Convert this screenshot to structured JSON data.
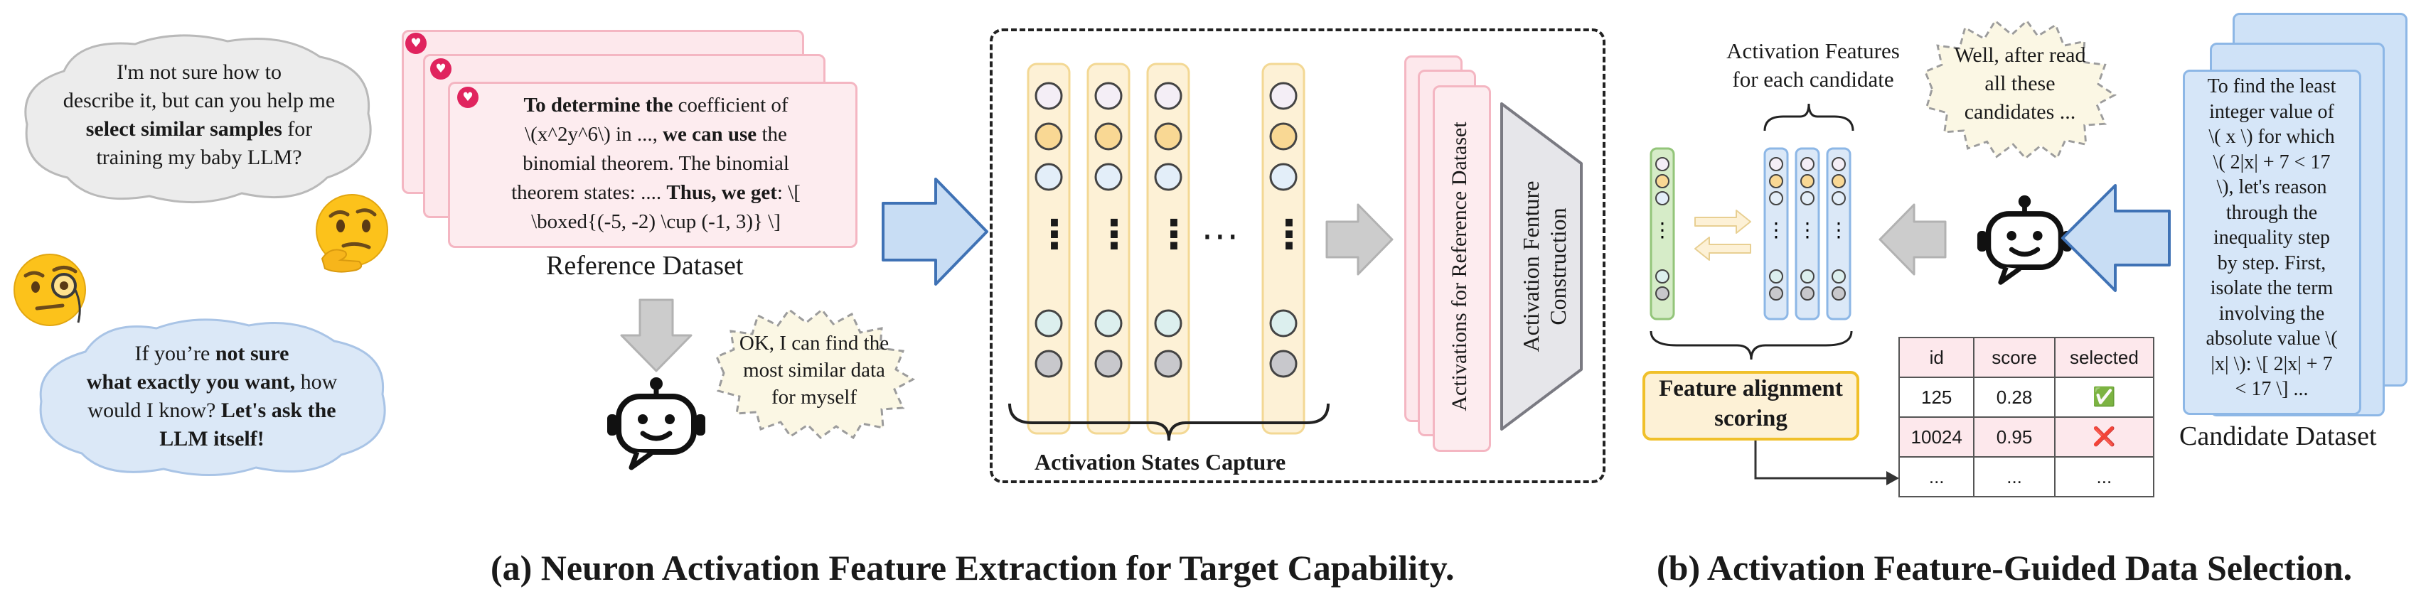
{
  "bubbles": {
    "top_left": {
      "line1": "I'm not sure how to",
      "line2": "describe it, but can you help me",
      "line3_bold": "select similar samples",
      "line3_rest": " for",
      "line4": "training my baby LLM?"
    },
    "bottom_left": {
      "line1_pre": "If you’re ",
      "line1_bold": "not sure",
      "line2_bold": "what exactly you want,",
      "line2_rest": " how",
      "line3_pre": "would I know? ",
      "line3_bold": "Let's ask the",
      "line4_bold": "LLM itself!"
    },
    "robot_middle": {
      "line1": "OK, I can find the",
      "line2": "most similar data",
      "line3": "for myself"
    },
    "robot_right": {
      "line1": "Well, after read",
      "line2": "all these",
      "line3": "candidates ..."
    }
  },
  "reference_dataset": {
    "label": "Reference Dataset",
    "lines": [
      {
        "bold": "To determine the",
        "rest": " coefficient of"
      },
      {
        "pre": "\\(x^2y^6\\) in  ..., ",
        "bold": "we can use",
        "rest": " the"
      },
      {
        "plain": "binomial theorem. The binomial"
      },
      {
        "pre": "theorem states: .... ",
        "bold": "Thus, we get",
        "rest": ": \\["
      },
      {
        "plain": "\\boxed{(-5, -2) \\cup (-1, 3)} \\]"
      }
    ]
  },
  "activation_capture": {
    "label": "Activation States Capture",
    "ellipsis": "···",
    "vdots": "⋮"
  },
  "activations_reference_label": "Activations for Reference Dataset",
  "feature_construction_label": "Activation Fenture Construction",
  "activation_features_label": {
    "line1": "Activation Features",
    "line2": "for each candidate"
  },
  "feature_alignment": {
    "line1": "Feature alignment",
    "line2": "scoring"
  },
  "score_table": {
    "headers": [
      "id",
      "score",
      "selected"
    ],
    "rows": [
      {
        "id": "125",
        "score": "0.28",
        "selected": "✅"
      },
      {
        "id": "10024",
        "score": "0.95",
        "selected": "❌"
      },
      {
        "id": "...",
        "score": "...",
        "selected": "..."
      }
    ]
  },
  "candidate_dataset": {
    "label": "Candidate Dataset",
    "lines": [
      "To find the least",
      "integer value of",
      "\\( x \\) for which",
      "\\( 2|x| + 7 < 17",
      "\\), let's reason",
      "through the",
      "inequality step",
      "by step. First,",
      "isolate the term",
      "involving the",
      "absolute value \\(",
      "|x| \\): \\[ 2|x| + 7",
      "< 17 \\] ..."
    ]
  },
  "captions": {
    "a": "(a) Neuron Activation Feature Extraction for Target Capability.",
    "b": "(b) Activation Feature-Guided Data Selection."
  },
  "colors": {
    "pink_card": "#fdecef",
    "blue_arrow": "#c8ddf4",
    "yellow_column": "#fdf1d6",
    "green_column": "#d6ecc8",
    "gray_arrow": "#cccccc",
    "feature_box_border": "#f0c02a"
  },
  "icons": [
    "thinking-face-icon",
    "monocle-face-icon",
    "robot-icon",
    "heart-icon"
  ]
}
